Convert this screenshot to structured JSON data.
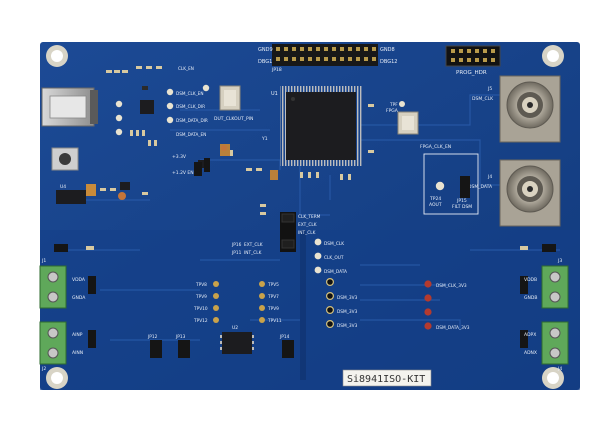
{
  "board": {
    "kit_label": "Si8941ISO-KIT",
    "prog_header_label": "PROG_HDR",
    "header_left_top": "GND9",
    "header_right_top": "GND8",
    "header_left_bottom": "DBG1",
    "header_right_bottom": "DBG12",
    "jp_header_label": "JP18",
    "bnc_top_label": "DSM_CLK",
    "bnc_top_ref": "J5",
    "bnc_bottom_label": "DSM_DATA",
    "bnc_bottom_ref": "J4",
    "tp_aout": "AOUT",
    "tp_aout_ref": "TP24",
    "filt_dsm": "FILT DSM",
    "filt_ref": "JP15",
    "u1": "U1",
    "u2": "U2",
    "u4": "U4",
    "y1": "Y1",
    "fpga_label": "FPGA",
    "tpf_label": "TPF",
    "fpga_clk_en": "FPGA_CLK_EN",
    "dut_clkout_pin": "DUT_CLKOUT_PIN",
    "dsm_clk_dir": "DSM_CLK_DIR",
    "dsm_data_dir": "DSM_DATA_DIR",
    "dsm_clk_en": "DSM_CLK_EN",
    "dsm_data_en": "DSM_DATA_EN",
    "clk_en": "CLK_EN",
    "plus12v_en": "+1.2V EN",
    "plus33v": "+3.3V",
    "jp_clk_term": "CLK_TERM",
    "ext_clk": "EXT_CLK",
    "int_clk": "INT_CLK",
    "ext_clk_in": "EXT_CLK",
    "int_clk_out": "INT_CLK",
    "tp_dsm_clk": "DSM_CLK",
    "tp_clk_out": "CLK_OUT",
    "tp_dsm_data": "DSM_DATA",
    "tp_3v3_a": "DSM_3V3",
    "tp_3v3_b": "DSM_3V3",
    "tp_3v3_c": "DSM_3V3",
    "tp_clk_3v3": "DSM_CLK_3V3",
    "tp_data_3v3": "DSM_DATA_3V3",
    "tpv8": "TPV8",
    "tpv9": "TPV9",
    "tpv10": "TPV10",
    "tpv12": "TPV12",
    "tpv5": "TPV5",
    "tpv7": "TPV7",
    "tpv9b": "TPV9",
    "tpv11": "TPV11",
    "vdda": "VDDA",
    "gnda": "GNDA",
    "vddb": "VDDB",
    "gndb": "GNDB",
    "ainp": "AINP",
    "ainn": "AINN",
    "adpx": "ADPX",
    "adnx": "ADNX",
    "j1": "J1",
    "j2": "J2",
    "j3": "J3",
    "j4b": "J4",
    "jp12": "JP12",
    "jp13": "JP13",
    "jp14": "JP14",
    "jp11": "JP11",
    "jp16": "JP16"
  },
  "colors": {
    "pcb": "#163f86",
    "pcb_dark": "#0f2f6a",
    "pad_gold": "#c9a24a",
    "terminal_green": "#5fa85a",
    "bnc_silver": "#b9b3a6",
    "chip_black": "#1c1c1f"
  }
}
